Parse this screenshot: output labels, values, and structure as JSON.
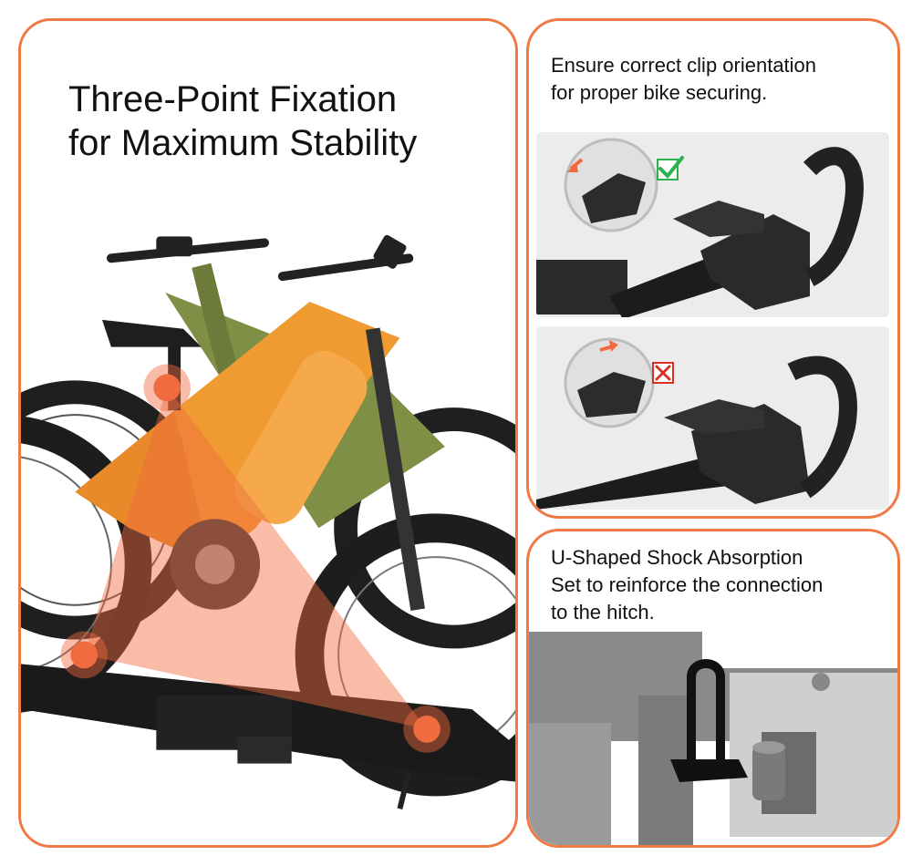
{
  "left_panel": {
    "headline_line1": "Three-Point Fixation",
    "headline_line2": "for Maximum Stability",
    "photo_icon": "bike-rack-with-two-ebikes-icon",
    "fixation_points": 3,
    "accent_color": "#ef7a45"
  },
  "top_right_panel": {
    "caption_line1": "Ensure correct clip orientation",
    "caption_line2": "for proper bike securing.",
    "correct_example": {
      "status_icon": "green-check-icon",
      "status_color": "#2bb24c"
    },
    "incorrect_example": {
      "status_icon": "red-x-icon",
      "status_color": "#d93025"
    }
  },
  "bottom_right_panel": {
    "caption_line1": "U-Shaped Shock Absorption",
    "caption_line2": "Set to reinforce the connection",
    "caption_line3": "to the hitch.",
    "photo_icon": "u-bolt-hitch-icon"
  },
  "colors": {
    "border": "#ef7a45",
    "highlight": "#f06b3f",
    "bike_orange": "#f09a32",
    "bike_green": "#7f8f45"
  }
}
